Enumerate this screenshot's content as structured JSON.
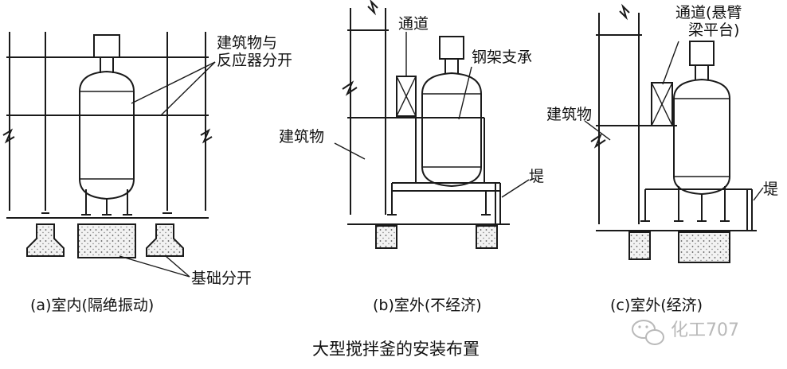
{
  "labels": {
    "a_separate": [
      "建筑物与",
      "反应器分开"
    ],
    "a_foundation": "基础分开",
    "b_passage": "通道",
    "b_steel_support": "钢架支承",
    "b_building": "建筑物",
    "b_dike": "堤",
    "c_passage": [
      "通道(悬臂",
      "梁平台)"
    ],
    "c_building": "建筑物",
    "c_dike": "堤"
  },
  "captions": {
    "a": "(a)室内(隔绝振动)",
    "b": "(b)室外(不经济)",
    "c": "(c)室外(经济)"
  },
  "title": "大型搅拌釜的安装布置",
  "watermark": "化工707"
}
